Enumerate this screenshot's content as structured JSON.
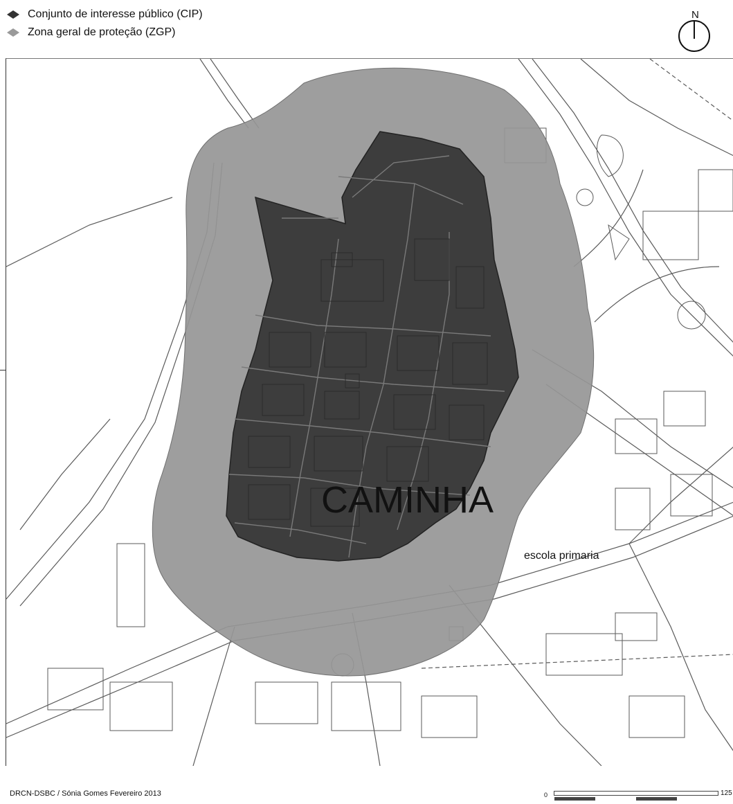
{
  "legend": {
    "cip_label": "Conjunto de interesse público (CIP)",
    "zgp_label": "Zona geral de proteção (ZGP)",
    "cip_color": "#3a3a3a",
    "zgp_color": "#8e8e8e"
  },
  "north_arrow": {
    "label": "N",
    "icon": "north-arrow-icon"
  },
  "map": {
    "place_name": "CAMINHA",
    "landmark_label": "escola primaria",
    "cip_fill": "#3d3d3d",
    "zgp_fill": "#969696",
    "street_color": "#5a5a5a"
  },
  "footer": {
    "credit": "DRCN-DSBC / Sónia Gomes  Fevereiro 2013",
    "scale_start": "0",
    "scale_end": "125"
  }
}
